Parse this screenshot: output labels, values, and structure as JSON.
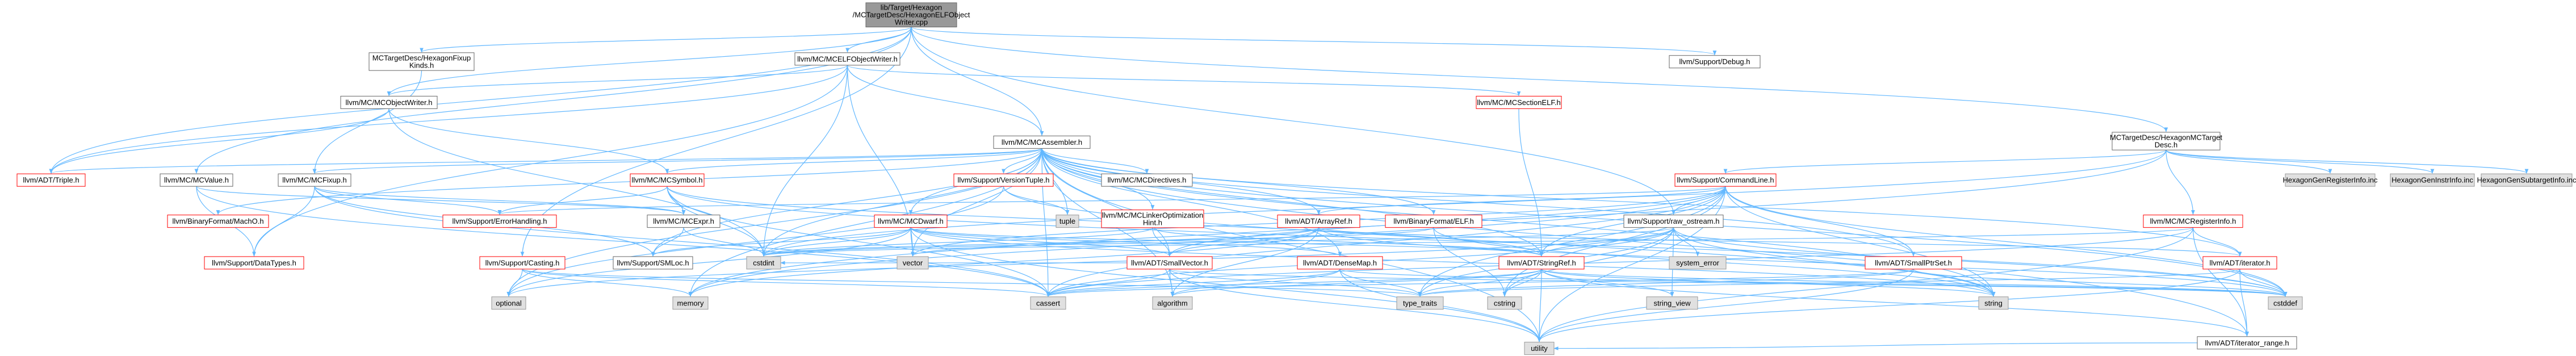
{
  "colors": {
    "root_fill": "#999999",
    "root_stroke": "#666666",
    "node_fill": "#ffffff",
    "node_stroke": "#666666",
    "link_stroke": "#ff0000",
    "ext_fill": "#e0e0e0",
    "ext_stroke": "#999999",
    "edge": "#63b8ff",
    "text": "#000000"
  },
  "nodes": [
    {
      "id": "root",
      "lines": [
        "lib/Target/Hexagon",
        "/MCTargetDesc/HexagonELFObject",
        "Writer.cpp"
      ],
      "kind": "root"
    },
    {
      "id": "fixupkinds",
      "lines": [
        "MCTargetDesc/HexagonFixup",
        "Kinds.h"
      ],
      "kind": "plain"
    },
    {
      "id": "elfobjwriter",
      "lines": [
        "llvm/MC/MCELFObjectWriter.h"
      ],
      "kind": "plain"
    },
    {
      "id": "debug",
      "lines": [
        "llvm/Support/Debug.h"
      ],
      "kind": "plain"
    },
    {
      "id": "objwriter",
      "lines": [
        "llvm/MC/MCObjectWriter.h"
      ],
      "kind": "plain"
    },
    {
      "id": "sectionelf",
      "lines": [
        "llvm/MC/MCSectionELF.h"
      ],
      "kind": "link"
    },
    {
      "id": "assembler",
      "lines": [
        "llvm/MC/MCAssembler.h"
      ],
      "kind": "plain"
    },
    {
      "id": "hexmctarget",
      "lines": [
        "MCTargetDesc/HexagonMCTarget",
        "Desc.h"
      ],
      "kind": "plain"
    },
    {
      "id": "triple",
      "lines": [
        "llvm/ADT/Triple.h"
      ],
      "kind": "link"
    },
    {
      "id": "mcvalue",
      "lines": [
        "llvm/MC/MCValue.h"
      ],
      "kind": "plain"
    },
    {
      "id": "mcfixup",
      "lines": [
        "llvm/MC/MCFixup.h"
      ],
      "kind": "plain"
    },
    {
      "id": "mcsymbol",
      "lines": [
        "llvm/MC/MCSymbol.h"
      ],
      "kind": "link"
    },
    {
      "id": "versiontuple",
      "lines": [
        "llvm/Support/VersionTuple.h"
      ],
      "kind": "link"
    },
    {
      "id": "mcdirectives",
      "lines": [
        "llvm/MC/MCDirectives.h"
      ],
      "kind": "plain"
    },
    {
      "id": "cmdline",
      "lines": [
        "llvm/Support/CommandLine.h"
      ],
      "kind": "link"
    },
    {
      "id": "genreg",
      "lines": [
        "HexagonGenRegisterInfo.inc"
      ],
      "kind": "ext"
    },
    {
      "id": "geninstr",
      "lines": [
        "HexagonGenInstrInfo.inc"
      ],
      "kind": "ext"
    },
    {
      "id": "gensubtarget",
      "lines": [
        "HexagonGenSubtargetInfo.inc"
      ],
      "kind": "ext"
    },
    {
      "id": "machoh",
      "lines": [
        "llvm/BinaryFormat/MachO.h"
      ],
      "kind": "link"
    },
    {
      "id": "errorhandling",
      "lines": [
        "llvm/Support/ErrorHandling.h"
      ],
      "kind": "link"
    },
    {
      "id": "mcexpr",
      "lines": [
        "llvm/MC/MCExpr.h"
      ],
      "kind": "plain"
    },
    {
      "id": "mcdwarf",
      "lines": [
        "llvm/MC/MCDwarf.h"
      ],
      "kind": "link"
    },
    {
      "id": "tuple",
      "lines": [
        "tuple"
      ],
      "kind": "ext"
    },
    {
      "id": "linkeropt",
      "lines": [
        "llvm/MC/MCLinkerOptimization",
        "Hint.h"
      ],
      "kind": "link"
    },
    {
      "id": "arrayref",
      "lines": [
        "llvm/ADT/ArrayRef.h"
      ],
      "kind": "link"
    },
    {
      "id": "binelf",
      "lines": [
        "llvm/BinaryFormat/ELF.h"
      ],
      "kind": "link"
    },
    {
      "id": "rawostream",
      "lines": [
        "llvm/Support/raw_ostream.h"
      ],
      "kind": "plain"
    },
    {
      "id": "mcreginfo",
      "lines": [
        "llvm/MC/MCRegisterInfo.h"
      ],
      "kind": "link"
    },
    {
      "id": "datatypes",
      "lines": [
        "llvm/Support/DataTypes.h"
      ],
      "kind": "link"
    },
    {
      "id": "casting",
      "lines": [
        "llvm/Support/Casting.h"
      ],
      "kind": "link"
    },
    {
      "id": "smloc",
      "lines": [
        "llvm/Support/SMLoc.h"
      ],
      "kind": "plain"
    },
    {
      "id": "cstdint",
      "lines": [
        "cstdint"
      ],
      "kind": "ext"
    },
    {
      "id": "vector",
      "lines": [
        "vector"
      ],
      "kind": "ext"
    },
    {
      "id": "smallvector",
      "lines": [
        "llvm/ADT/SmallVector.h"
      ],
      "kind": "link"
    },
    {
      "id": "densemap",
      "lines": [
        "llvm/ADT/DenseMap.h"
      ],
      "kind": "link"
    },
    {
      "id": "stringref",
      "lines": [
        "llvm/ADT/StringRef.h"
      ],
      "kind": "link"
    },
    {
      "id": "systemerror",
      "lines": [
        "system_error"
      ],
      "kind": "ext"
    },
    {
      "id": "smallptrset",
      "lines": [
        "llvm/ADT/SmallPtrSet.h"
      ],
      "kind": "link"
    },
    {
      "id": "iterator",
      "lines": [
        "llvm/ADT/iterator.h"
      ],
      "kind": "link"
    },
    {
      "id": "optional",
      "lines": [
        "optional"
      ],
      "kind": "ext"
    },
    {
      "id": "memory",
      "lines": [
        "memory"
      ],
      "kind": "ext"
    },
    {
      "id": "cassert",
      "lines": [
        "cassert"
      ],
      "kind": "ext"
    },
    {
      "id": "algorithm",
      "lines": [
        "algorithm"
      ],
      "kind": "ext"
    },
    {
      "id": "typetraits",
      "lines": [
        "type_traits"
      ],
      "kind": "ext"
    },
    {
      "id": "cstring",
      "lines": [
        "cstring"
      ],
      "kind": "ext"
    },
    {
      "id": "stringview",
      "lines": [
        "string_view"
      ],
      "kind": "ext"
    },
    {
      "id": "string",
      "lines": [
        "string"
      ],
      "kind": "ext"
    },
    {
      "id": "cstddef",
      "lines": [
        "cstddef"
      ],
      "kind": "ext"
    },
    {
      "id": "iterrange",
      "lines": [
        "llvm/ADT/iterator_range.h"
      ],
      "kind": "plain"
    },
    {
      "id": "utility",
      "lines": [
        "utility"
      ],
      "kind": "ext"
    }
  ],
  "edges": [
    [
      "root",
      "fixupkinds"
    ],
    [
      "root",
      "elfobjwriter"
    ],
    [
      "root",
      "debug"
    ],
    [
      "root",
      "assembler"
    ],
    [
      "root",
      "hexmctarget"
    ],
    [
      "root",
      "objwriter"
    ],
    [
      "root",
      "mcvalue"
    ],
    [
      "root",
      "rawostream"
    ],
    [
      "root",
      "triple"
    ],
    [
      "root",
      "casting"
    ],
    [
      "fixupkinds",
      "mcfixup"
    ],
    [
      "elfobjwriter",
      "objwriter"
    ],
    [
      "elfobjwriter",
      "sectionelf"
    ],
    [
      "elfobjwriter",
      "triple"
    ],
    [
      "elfobjwriter",
      "cstdint"
    ],
    [
      "elfobjwriter",
      "vector"
    ],
    [
      "elfobjwriter",
      "assembler"
    ],
    [
      "elfobjwriter",
      "datatypes"
    ],
    [
      "objwriter",
      "triple"
    ],
    [
      "objwriter",
      "mcsymbol"
    ],
    [
      "objwriter",
      "cstdint"
    ],
    [
      "assembler",
      "triple"
    ],
    [
      "assembler",
      "versiontuple"
    ],
    [
      "assembler",
      "mcdirectives"
    ],
    [
      "assembler",
      "mcdwarf"
    ],
    [
      "assembler",
      "linkeropt"
    ],
    [
      "assembler",
      "arrayref"
    ],
    [
      "assembler",
      "binelf"
    ],
    [
      "assembler",
      "mcsymbol"
    ],
    [
      "assembler",
      "machoh"
    ],
    [
      "assembler",
      "tuple"
    ],
    [
      "assembler",
      "vector"
    ],
    [
      "assembler",
      "cstdint"
    ],
    [
      "assembler",
      "cstddef"
    ],
    [
      "assembler",
      "string"
    ],
    [
      "assembler",
      "utility"
    ],
    [
      "assembler",
      "smallptrset"
    ],
    [
      "assembler",
      "stringref"
    ],
    [
      "assembler",
      "smallvector"
    ],
    [
      "assembler",
      "densemap"
    ],
    [
      "assembler",
      "mcfixup"
    ],
    [
      "assembler",
      "iterator"
    ],
    [
      "assembler",
      "iterrange"
    ],
    [
      "assembler",
      "smloc"
    ],
    [
      "assembler",
      "algorithm"
    ],
    [
      "assembler",
      "cassert"
    ],
    [
      "assembler",
      "memory"
    ],
    [
      "assembler",
      "optional"
    ],
    [
      "sectionelf",
      "stringref"
    ],
    [
      "hexmctarget",
      "cmdline"
    ],
    [
      "hexmctarget",
      "mcreginfo"
    ],
    [
      "hexmctarget",
      "genreg"
    ],
    [
      "hexmctarget",
      "geninstr"
    ],
    [
      "hexmctarget",
      "gensubtarget"
    ],
    [
      "hexmctarget",
      "cstdint"
    ],
    [
      "hexmctarget",
      "memory"
    ],
    [
      "mcvalue",
      "mcexpr"
    ],
    [
      "mcvalue",
      "datatypes"
    ],
    [
      "mcvalue",
      "cassert"
    ],
    [
      "mcfixup",
      "mcexpr"
    ],
    [
      "mcfixup",
      "errorhandling"
    ],
    [
      "mcfixup",
      "smloc"
    ],
    [
      "mcfixup",
      "datatypes"
    ],
    [
      "mcfixup",
      "cassert"
    ],
    [
      "mcsymbol",
      "mcexpr"
    ],
    [
      "mcsymbol",
      "errorhandling"
    ],
    [
      "mcsymbol",
      "stringref"
    ],
    [
      "mcsymbol",
      "cstdint"
    ],
    [
      "mcsymbol",
      "cstddef"
    ],
    [
      "mcsymbol",
      "cassert"
    ],
    [
      "versiontuple",
      "tuple"
    ],
    [
      "versiontuple",
      "optional"
    ],
    [
      "versiontuple",
      "string"
    ],
    [
      "cmdline",
      "arrayref"
    ],
    [
      "cmdline",
      "smallptrset"
    ],
    [
      "cmdline",
      "smallvector"
    ],
    [
      "cmdline",
      "stringref"
    ],
    [
      "cmdline",
      "errorhandling"
    ],
    [
      "cmdline",
      "rawostream"
    ],
    [
      "cmdline",
      "vector"
    ],
    [
      "cmdline",
      "string"
    ],
    [
      "cmdline",
      "cassert"
    ],
    [
      "cmdline",
      "cstddef"
    ],
    [
      "cmdline",
      "typetraits"
    ],
    [
      "cmdline",
      "memory"
    ],
    [
      "cmdline",
      "cstring"
    ],
    [
      "cmdline",
      "utility"
    ],
    [
      "mcexpr",
      "smloc"
    ],
    [
      "mcexpr",
      "cstdint"
    ],
    [
      "mcdwarf",
      "stringref"
    ],
    [
      "mcdwarf",
      "densemap"
    ],
    [
      "mcdwarf",
      "smallvector"
    ],
    [
      "mcdwarf",
      "smloc"
    ],
    [
      "mcdwarf",
      "cstdint"
    ],
    [
      "mcdwarf",
      "vector"
    ],
    [
      "mcdwarf",
      "string"
    ],
    [
      "mcdwarf",
      "utility"
    ],
    [
      "mcdwarf",
      "optional"
    ],
    [
      "linkeropt",
      "smallvector"
    ],
    [
      "linkeropt",
      "stringref"
    ],
    [
      "linkeropt",
      "cstdint"
    ],
    [
      "arrayref",
      "smallvector"
    ],
    [
      "arrayref",
      "vector"
    ],
    [
      "arrayref",
      "iterator"
    ],
    [
      "arrayref",
      "algorithm"
    ],
    [
      "arrayref",
      "cstddef"
    ],
    [
      "arrayref",
      "memory"
    ],
    [
      "binelf",
      "cstdint"
    ],
    [
      "binelf",
      "cstring"
    ],
    [
      "binelf",
      "string"
    ],
    [
      "rawostream",
      "stringref"
    ],
    [
      "rawostream",
      "systemerror"
    ],
    [
      "rawostream",
      "cassert"
    ],
    [
      "rawostream",
      "cstddef"
    ],
    [
      "rawostream",
      "cstdint"
    ],
    [
      "rawostream",
      "cstring"
    ],
    [
      "rawostream",
      "string"
    ],
    [
      "rawostream",
      "stringview"
    ],
    [
      "rawostream",
      "typetraits"
    ],
    [
      "rawostream",
      "optional"
    ],
    [
      "mcreginfo",
      "iterator"
    ],
    [
      "mcreginfo",
      "iterrange"
    ],
    [
      "mcreginfo",
      "cassert"
    ],
    [
      "mcreginfo",
      "cstdint"
    ],
    [
      "mcreginfo",
      "utility"
    ],
    [
      "casting",
      "typetraits"
    ],
    [
      "casting",
      "cassert"
    ],
    [
      "casting",
      "memory"
    ],
    [
      "casting",
      "optional"
    ],
    [
      "smallvector",
      "cassert"
    ],
    [
      "smallvector",
      "algorithm"
    ],
    [
      "smallvector",
      "cstddef"
    ],
    [
      "smallvector",
      "typetraits"
    ],
    [
      "smallvector",
      "utility"
    ],
    [
      "smallvector",
      "cstdint"
    ],
    [
      "densemap",
      "cassert"
    ],
    [
      "densemap",
      "algorithm"
    ],
    [
      "densemap",
      "typetraits"
    ],
    [
      "densemap",
      "utility"
    ],
    [
      "densemap",
      "cstddef"
    ],
    [
      "stringref",
      "iterrange"
    ],
    [
      "stringref",
      "algorithm"
    ],
    [
      "stringref",
      "cassert"
    ],
    [
      "stringref",
      "cstddef"
    ],
    [
      "stringref",
      "cstring"
    ],
    [
      "stringref",
      "string"
    ],
    [
      "stringref",
      "stringview"
    ],
    [
      "stringref",
      "typetraits"
    ],
    [
      "stringref",
      "utility"
    ],
    [
      "smallptrset",
      "cstddef"
    ],
    [
      "smallptrset",
      "typetraits"
    ],
    [
      "smallptrset",
      "cassert"
    ],
    [
      "smallptrset",
      "utility"
    ],
    [
      "iterator",
      "iterrange"
    ],
    [
      "iterator",
      "cstddef"
    ],
    [
      "iterator",
      "typetraits"
    ],
    [
      "iterator",
      "utility"
    ],
    [
      "iterrange",
      "utility"
    ]
  ]
}
